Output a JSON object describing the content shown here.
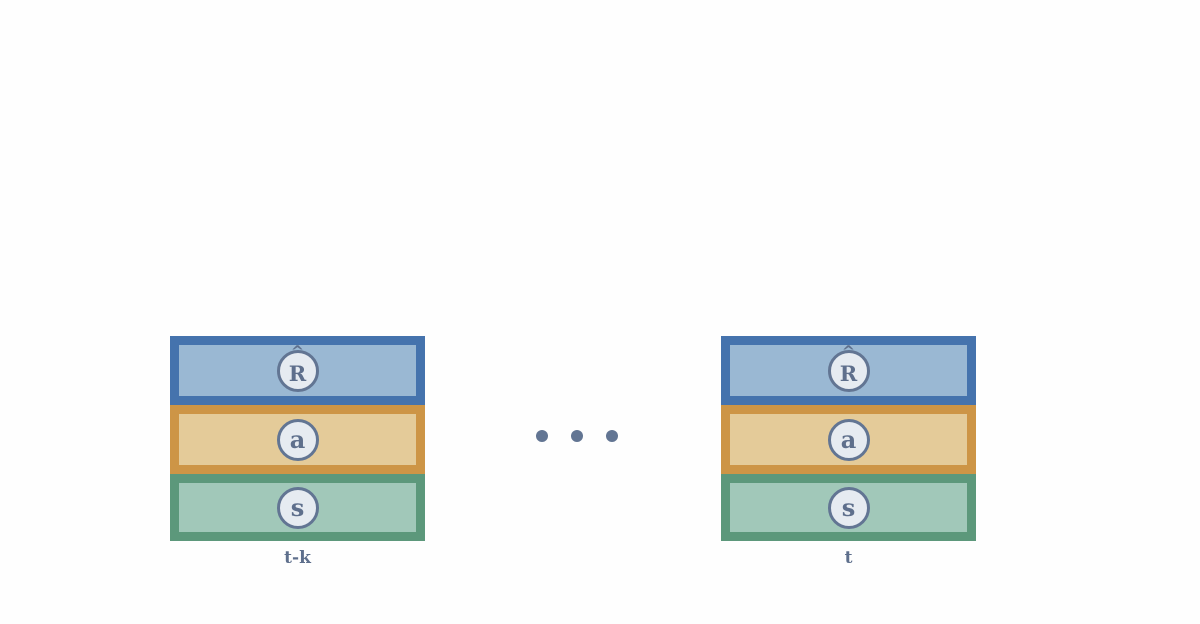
{
  "diagram": {
    "tokens": {
      "return_to_go": "R",
      "return_to_go_hat": "^",
      "action": "a",
      "state": "s"
    },
    "timesteps": [
      {
        "label": "t-k"
      },
      {
        "label": "t"
      }
    ],
    "colors": {
      "rtg_fill": "#9ab8d3",
      "rtg_border": "#4573ad",
      "action_fill": "#e4cb99",
      "action_border": "#cd9546",
      "state_fill": "#a1c8b9",
      "state_border": "#5c987b",
      "node_text": "#5e6f8c"
    }
  }
}
